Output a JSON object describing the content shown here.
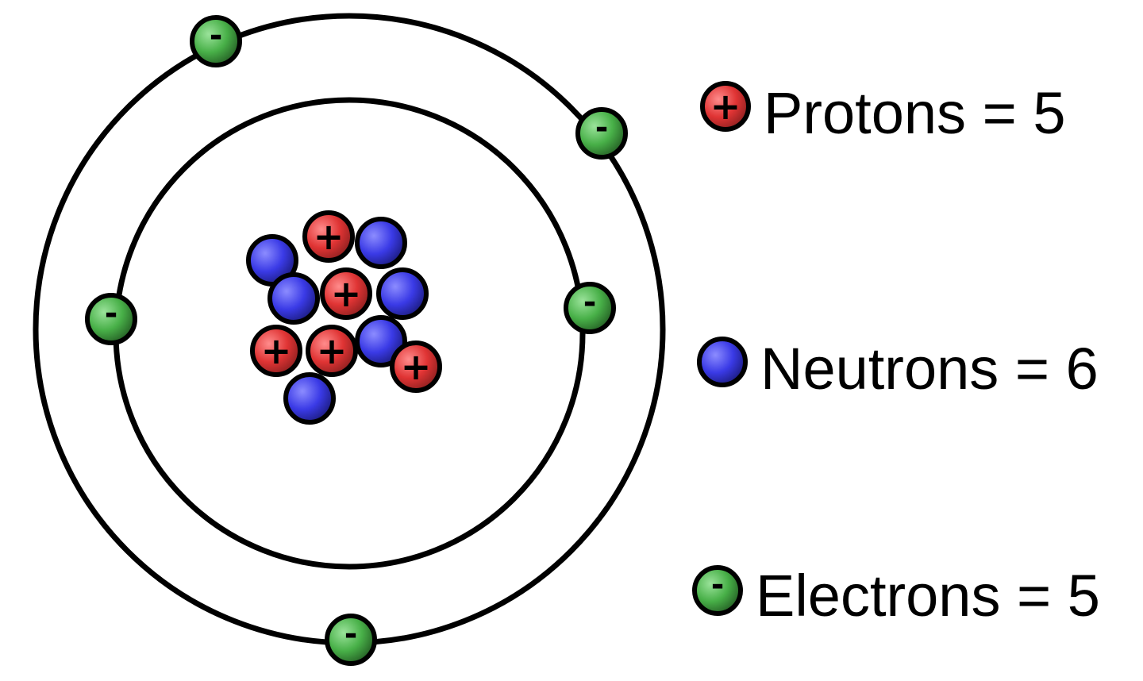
{
  "colors": {
    "proton": "#e23a3a",
    "proton_dark": "#8a1f1f",
    "neutron": "#3f3fe6",
    "neutron_dark": "#1a1a7a",
    "electron": "#4bb44b",
    "electron_dark": "#2a6a2a",
    "outline": "#000000"
  },
  "symbols": {
    "proton_sign": "+",
    "electron_sign": "-"
  },
  "legend": {
    "protons": "Protons = 5",
    "neutrons": "Neutrons = 6",
    "electrons": "Electrons = 5"
  },
  "atom": {
    "protons": 5,
    "neutrons": 6,
    "electrons": 5,
    "shells": [
      {
        "shell": 1,
        "electrons": 2
      },
      {
        "shell": 2,
        "electrons": 3
      }
    ]
  }
}
